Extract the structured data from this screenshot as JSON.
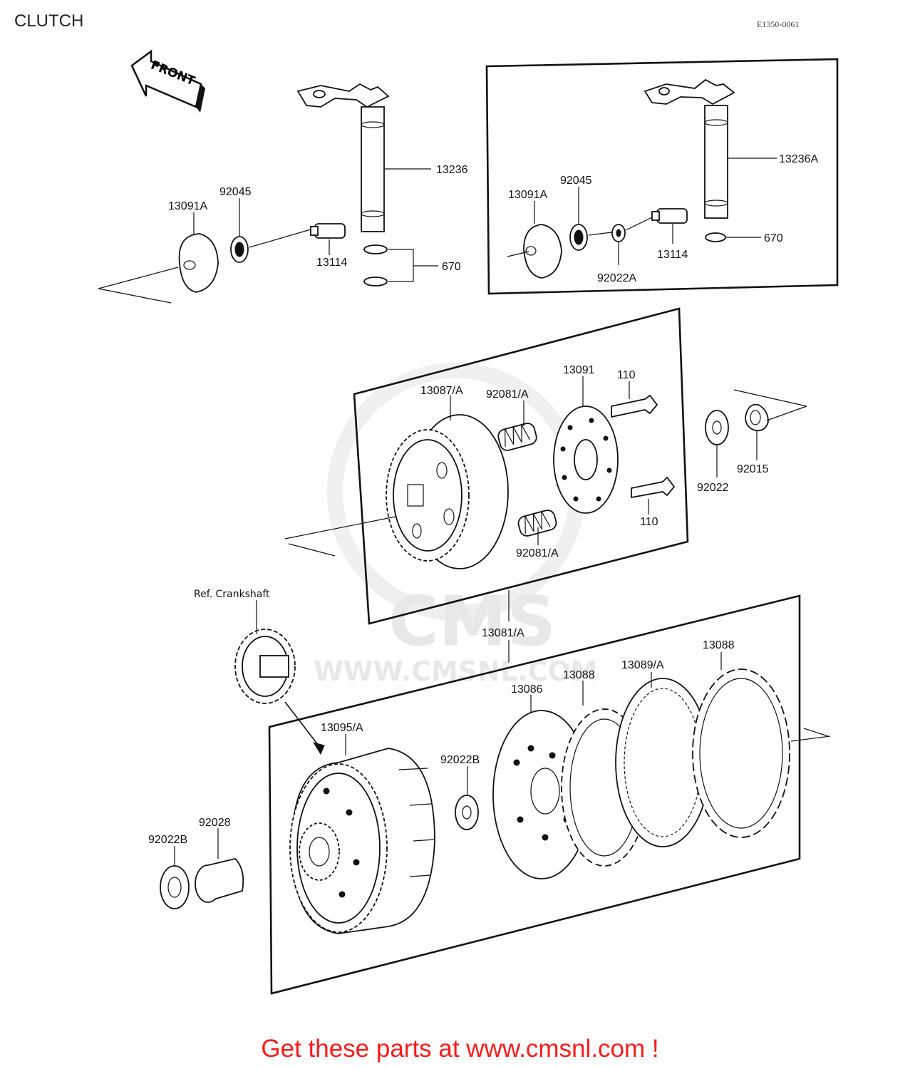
{
  "header": {
    "title": "CLUTCH",
    "diagram_code": "E1350-0061"
  },
  "watermark": {
    "logo_text": "CMS",
    "url_text": "WWW.CMSNL.COM"
  },
  "front_arrow": {
    "label": "FRONT"
  },
  "parts": {
    "p13236": "13236",
    "p13236A": "13236A",
    "p92045_left": "92045",
    "p92045_right": "92045",
    "p13091A_left": "13091A",
    "p13091A_right": "13091A",
    "p13114_left": "13114",
    "p13114_right": "13114",
    "p670_left": "670",
    "p670_right": "670",
    "p92022A": "92022A",
    "p13087A": "13087/A",
    "p92081A_top": "92081/A",
    "p92081A_bottom": "92081/A",
    "p13091": "13091",
    "p110_top": "110",
    "p110_bottom": "110",
    "p92022": "92022",
    "p92015": "92015",
    "p13081A": "13081/A",
    "p13088_right": "13088",
    "p13089A": "13089/A",
    "p13088_mid": "13088",
    "p13086": "13086",
    "p13095A": "13095/A",
    "p92022B_mid": "92022B",
    "p92028": "92028",
    "p92022B_left": "92022B"
  },
  "reference": {
    "crankshaft": "Ref. Crankshaft"
  },
  "footer": {
    "cta": "Get these parts at www.cmsnl.com !"
  }
}
